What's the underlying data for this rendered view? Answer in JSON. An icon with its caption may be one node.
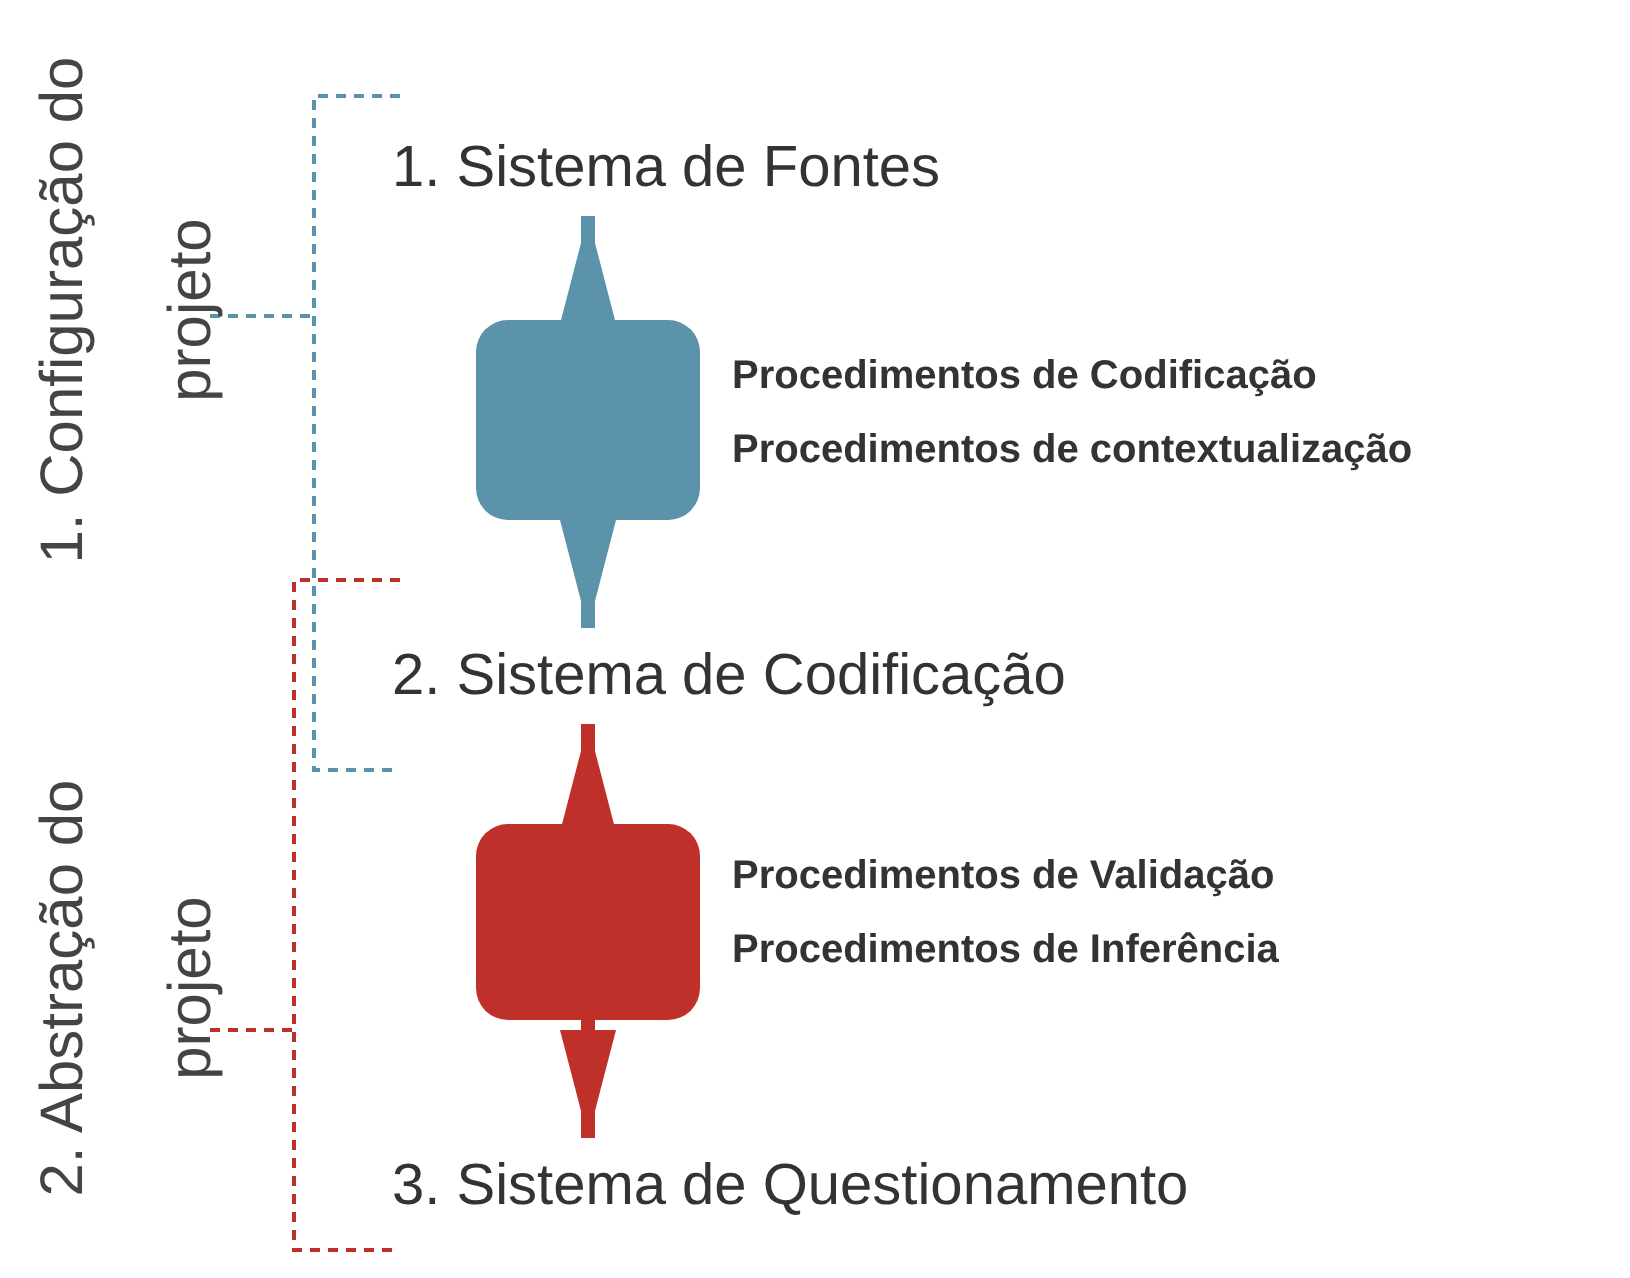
{
  "diagram": {
    "nodes": [
      {
        "text": [
          "1. Sistema de Fontes"
        ]
      },
      {
        "text": [
          "2. Sistema de Codificação"
        ]
      },
      {
        "text": [
          "3. Sistema de Questionamento"
        ]
      },
      {
        "text": [],
        "shape": "box",
        "beside": [
          "Procedimentos de Codificação",
          "Procedimentos de contextualização"
        ]
      },
      {
        "text": [],
        "shape": "box",
        "beside": [
          "Procedimentos de Validação",
          "Procedimentos de Inferência"
        ]
      }
    ],
    "edges": [
      {
        "from": 3,
        "to": 0,
        "arrow": "to",
        "color": "#5b93ab"
      },
      {
        "from": 3,
        "to": 1,
        "arrow": "to",
        "color": "#5b93ab"
      },
      {
        "from": 4,
        "to": 1,
        "arrow": "to",
        "color": "#c0302a"
      },
      {
        "from": 4,
        "to": 2,
        "arrow": "to",
        "color": "#c0302a"
      }
    ],
    "labels": [
      "1. Configuração do projeto",
      "2. Abstração do projeto"
    ]
  }
}
